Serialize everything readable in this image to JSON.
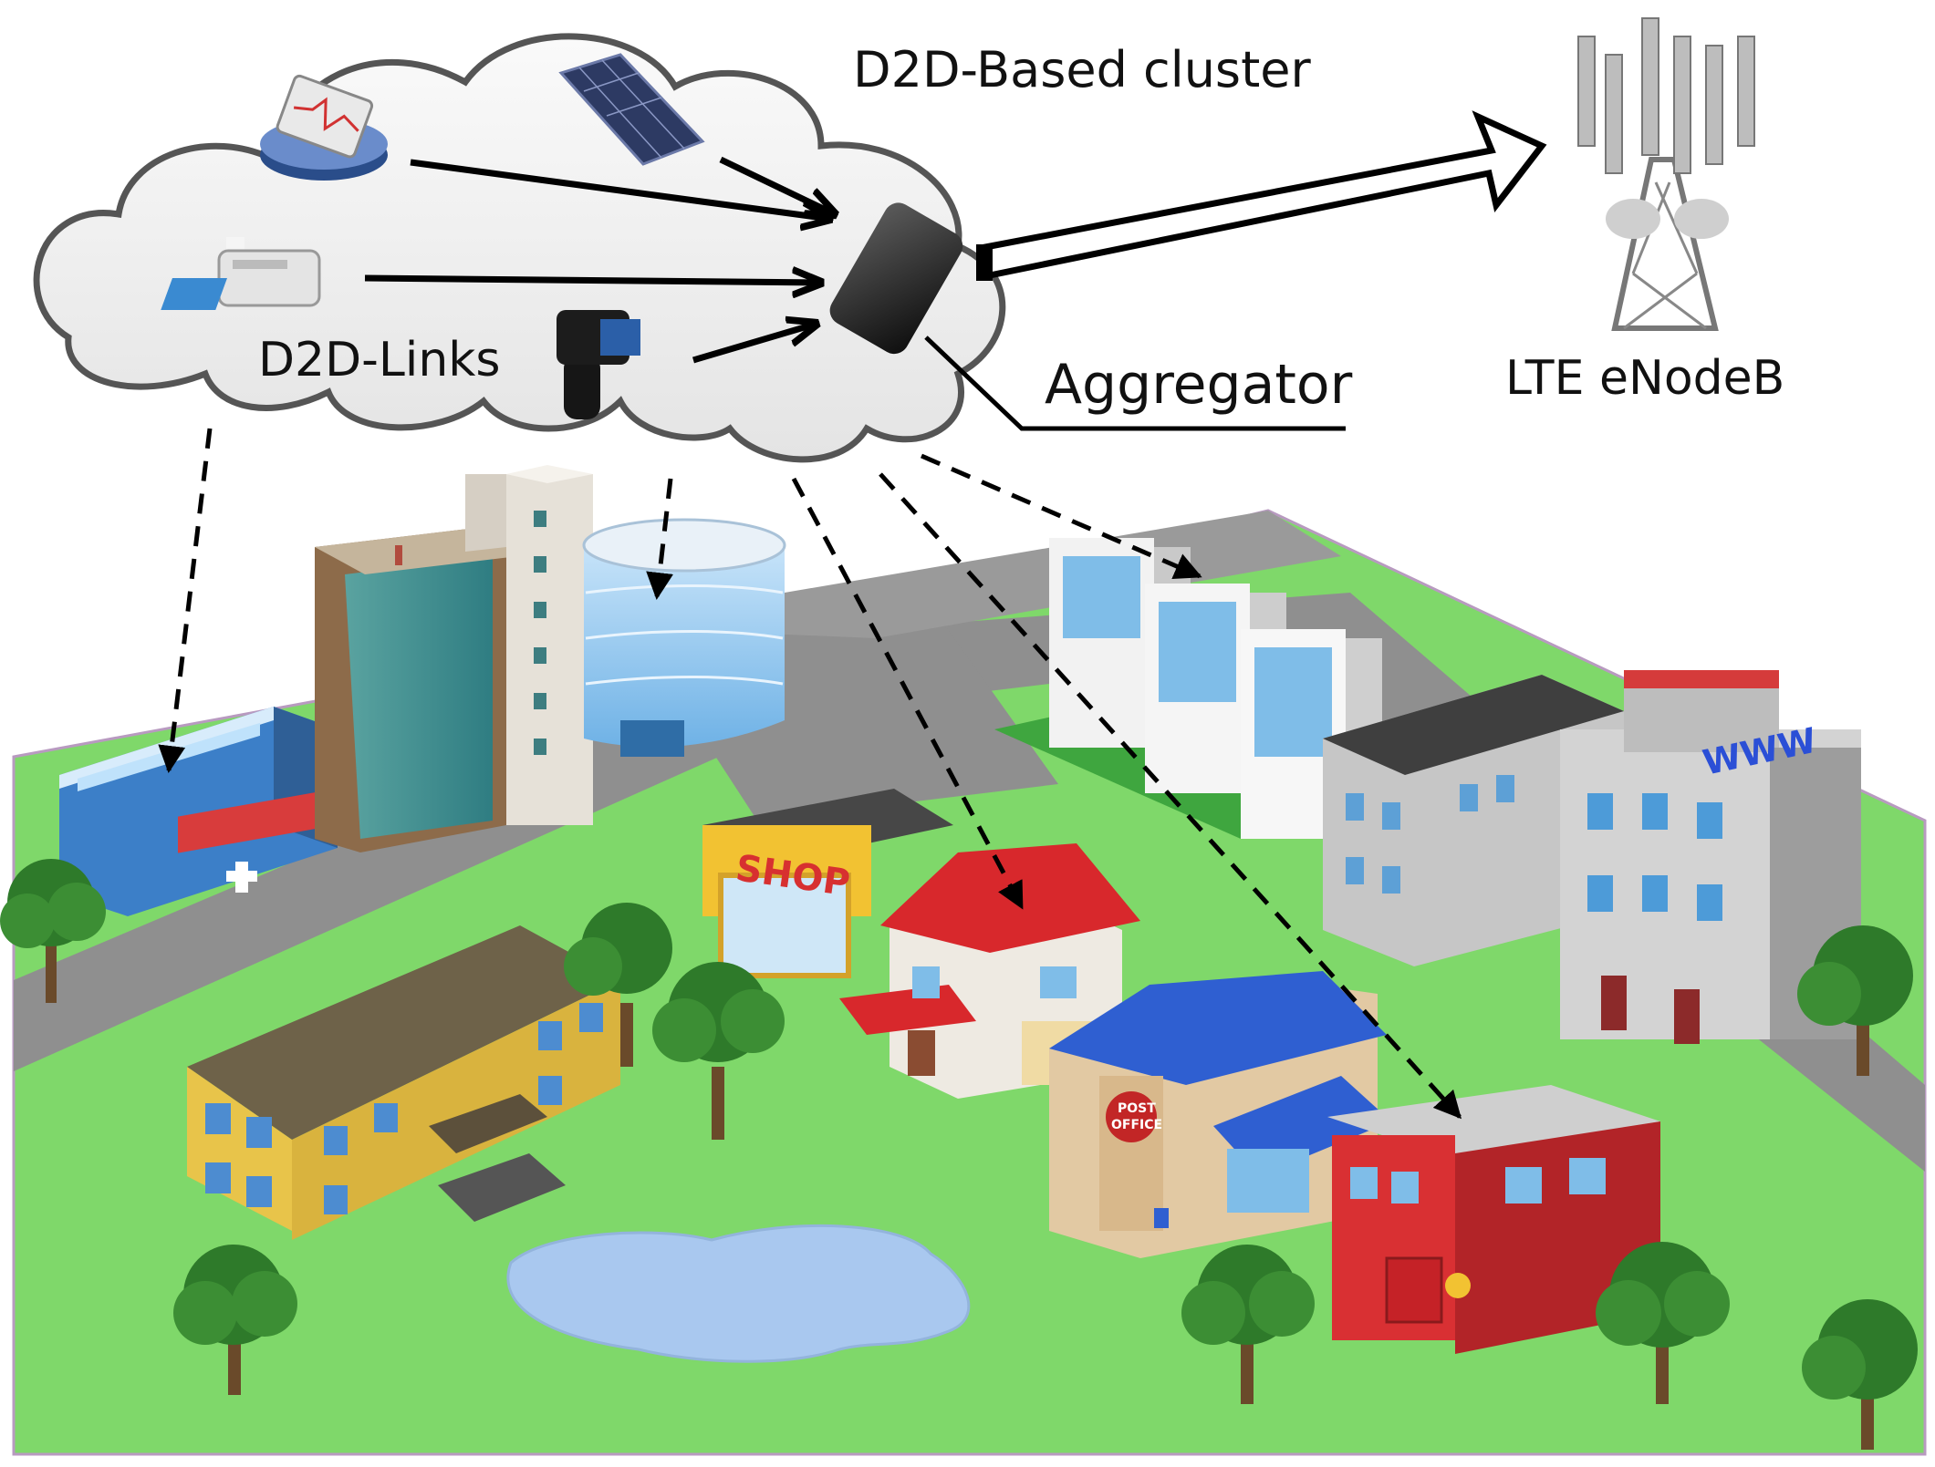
{
  "cluster_title": "D2D-Based cluster",
  "links_label": "D2D-Links",
  "aggregator_label": "Aggregator",
  "base_station_label": "LTE eNodeB",
  "shop_sign": "SHOP",
  "post_office_sign_line1": "POST",
  "post_office_sign_line2": "OFFICE",
  "isp_sign": "WWW",
  "icons": {
    "cluster": "cloud-icon",
    "health_monitor": "medical-device-icon",
    "solar_panel": "solar-panel-icon",
    "printer": "printer-icon",
    "watch": "smartwatch-icon",
    "phone": "smartphone-icon",
    "tower": "cell-tower-icon"
  },
  "colors": {
    "grass": "#7fd86a",
    "road": "#8f8f8f",
    "cloud": "#f1f1f1",
    "arrow": "#000000"
  }
}
